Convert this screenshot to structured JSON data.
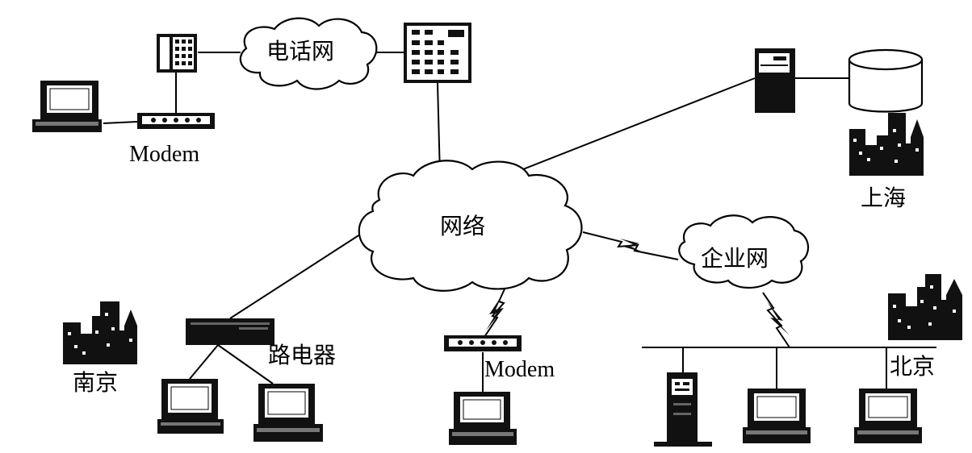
{
  "labels": {
    "telephone_network": "电话网",
    "internet": "网络",
    "enterprise_network": "企业网",
    "modem_top": "Modem",
    "modem_bottom": "Modem",
    "router": "路电器",
    "shanghai": "上海",
    "nanjing": "南京",
    "beijing": "北京"
  }
}
